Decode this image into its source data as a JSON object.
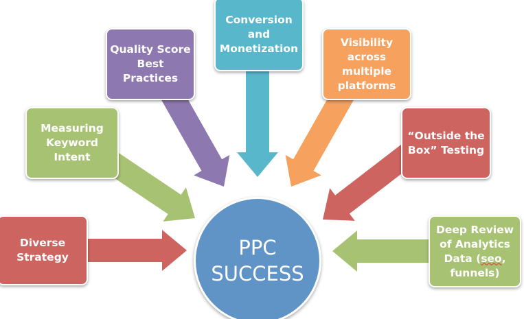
{
  "center": {
    "line1": "PPC",
    "line2": "SUCCESS",
    "color": "#6093c6"
  },
  "nodes": [
    {
      "id": "diverse-strategy",
      "lines": [
        "Diverse",
        "Strategy"
      ],
      "color": "#cd6460"
    },
    {
      "id": "measuring-keyword-intent",
      "lines": [
        "Measuring",
        "Keyword",
        "Intent"
      ],
      "color": "#a8c274"
    },
    {
      "id": "quality-score",
      "lines": [
        "Quality Score",
        "Best Practices"
      ],
      "color": "#8e78b0"
    },
    {
      "id": "conversion",
      "lines": [
        "Conversion",
        "and",
        "Monetization"
      ],
      "color": "#59b7cb"
    },
    {
      "id": "visibility",
      "lines": [
        "Visibility",
        "across",
        "multiple",
        "platforms"
      ],
      "color": "#f7a15e"
    },
    {
      "id": "outside-the-box",
      "lines": [
        "“Outside the",
        "Box” Testing"
      ],
      "color": "#cd6460"
    },
    {
      "id": "deep-review",
      "lines": [
        "Deep Review",
        "of Analytics",
        "Data (",
        "seo",
        ",",
        "funnels)"
      ],
      "color": "#a8c274"
    }
  ]
}
